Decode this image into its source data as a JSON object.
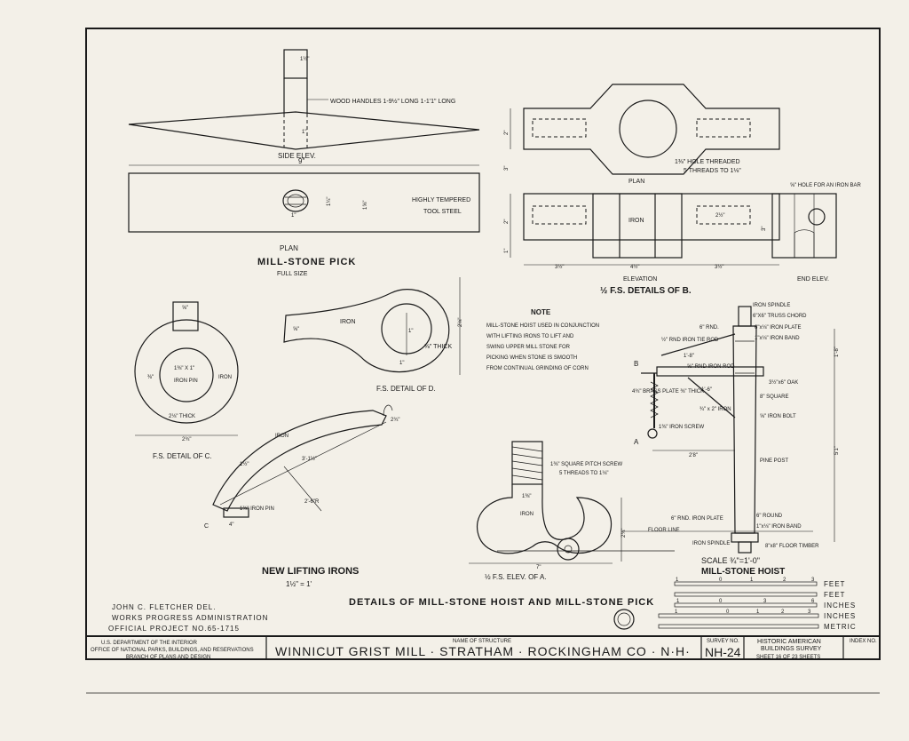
{
  "mill_stone_pick": {
    "title": "MILL-STONE PICK",
    "scale": "FULL SIZE",
    "side_elev": "SIDE ELEV.",
    "plan": "PLAN",
    "wood_handles": "WOOD HANDLES 1-9½\" LONG   1-1'1\" LONG",
    "highly_tempered": "HIGHLY TEMPERED",
    "tool_steel": "TOOL STEEL",
    "dim_9": "9\"",
    "dim_1": "1\"",
    "dim_1_5_8": "1⅝\"",
    "dim_1_1_4": "1¼\"",
    "dim_handle": "1½\""
  },
  "details_b": {
    "title": "½ F.S. DETAILS OF B.",
    "plan": "PLAN",
    "elevation": "ELEVATION",
    "end_elev": "END ELEV.",
    "iron": "IRON",
    "hole_threaded": "1⅜\" HOLE THREADED",
    "threads": "5 THREADS TO 1⅛\"",
    "hole_iron_bar": "⅝\" HOLE FOR AN IRON BAR",
    "dim_3_5": "3½\"",
    "dim_4_5": "4½\"",
    "dim_2_5": "2½\"",
    "dim_2": "2\"",
    "dim_3": "3\"",
    "dim_1": "1\"",
    "dim_1_5": "1½\""
  },
  "detail_c": {
    "title": "F.S. DETAIL OF C.",
    "iron_pin": "IRON PIN",
    "iron": "IRON",
    "pin_size": "1⅜\" X 1\"",
    "thick": "2⅛\" THICK",
    "dim_width": "2¾\"",
    "dim_top": "⅝\"",
    "dim_side": "⅜\""
  },
  "detail_d": {
    "title": "F.S. DETAIL OF D.",
    "iron": "IRON",
    "thick": "⅜\" THICK",
    "dim_h": "2⅛\"",
    "dim_left": "⅝\"",
    "dim_r": "1\""
  },
  "note": {
    "heading": "NOTE",
    "lines": [
      "MILL-STONE HOIST USED IN CONJUNCTION",
      "WITH LIFTING IRONS TO LIFT AND",
      "SWING UPPER MILL STONE FOR",
      "PICKING WHEN STONE IS SMOOTH",
      "FROM CONTINUAL GRINDING OF CORN"
    ]
  },
  "hoist": {
    "title": "MILL-STONE HOIST",
    "scale": "SCALE ¾\"=1'-0\"",
    "labels": {
      "iron_spindle": "IRON SPINDLE",
      "truss_chord": "6\"X6\" TRUSS CHORD",
      "rnd": "6\" RND.",
      "iron_plate": "6\"x⅛\" IRON PLATE",
      "iron_band": "1\"x⅛\" IRON BAND",
      "tie_rod": "½\" RND IRON TIE ROD",
      "rnd_iron_rod": "⅝\" RND IRON ROD",
      "oak": "3½\"x6\" OAK",
      "brass_plate": "4¾\" BRASS PLATE ⅜\" THICK",
      "square": "8\" SQUARE",
      "iron_x": "¾\" x 2\" IRON",
      "iron_bolt": "⅝\" IRON BOLT",
      "iron_screw": "1⅜\" IRON SCREW",
      "pine_post": "PINE POST",
      "rnd_iron_plate": "6\" RND. IRON PLATE",
      "round": "6\" ROUND",
      "iron_band2": "1\"x⅛\" IRON BAND",
      "floor_line": "FLOOR LINE",
      "iron_spindle2": "IRON SPINDLE",
      "floor_timber": "8\"x8\" FLOOR TIMBER",
      "b": "B",
      "a": "A",
      "dim_top": "1'-8\"",
      "dim_side": "5'1\"",
      "dim_arm": "2'8\"",
      "dim_tie": "1'-8\"",
      "dim_ss": "1'-6\""
    }
  },
  "lifting_irons": {
    "title": "NEW LIFTING IRONS",
    "scale": "1½\" = 1'",
    "iron": "IRON",
    "iron_pin": "1⅜\" IRON PIN",
    "dim_chord": "3'-1½\"",
    "dim_r": "2'-6\"R",
    "dim_top": "2¾\"",
    "dim_w": "1½\"",
    "dim_bot": "4\"",
    "c": "C"
  },
  "elev_a": {
    "title": "½ F.S. ELEV. OF A.",
    "screw": "1⅜\" SQUARE PITCH SCREW",
    "threads": "5 THREADS TO 1⅛\"",
    "iron": "IRON",
    "dim_w": "7\"",
    "dim_h": "2¾\"",
    "dim_neck": "1⅜\""
  },
  "sheet_title": "DETAILS OF MILL-STONE HOIST AND MILL-STONE PICK",
  "credits": {
    "del": "JOHN C. FLETCHER DEL.",
    "wpa": "WORKS PROGRESS ADMINISTRATION",
    "project": "OFFICIAL PROJECT NO.65-1715"
  },
  "scales": {
    "feet1": "FEET",
    "feet2": "FEET",
    "inches1": "INCHES",
    "inches2": "INCHES",
    "metric": "METRIC",
    "ticks_a": [
      "1",
      "0",
      "1",
      "2",
      "3"
    ],
    "ticks_b": [
      "1",
      "0",
      "3",
      "6"
    ],
    "ticks_c": [
      "1",
      "0",
      "1",
      "2",
      "3"
    ]
  },
  "title_block": {
    "dept": "U.S. DEPARTMENT OF THE INTERIOR",
    "office": "OFFICE OF NATIONAL PARKS, BUILDINGS, AND RESERVATIONS",
    "branch": "BRANCH OF PLANS AND DESIGN",
    "name_label": "NAME OF STRUCTURE",
    "name": "WINNICUT GRIST MILL · STRATHAM · ROCKINGHAM CO · N·H·",
    "survey_label": "SURVEY NO.",
    "survey_no": "NH-24",
    "habs1": "HISTORIC AMERICAN",
    "habs2": "BUILDINGS SURVEY",
    "sheet": "SHEET 16 OF 23 SHEETS",
    "index_label": "INDEX NO."
  }
}
